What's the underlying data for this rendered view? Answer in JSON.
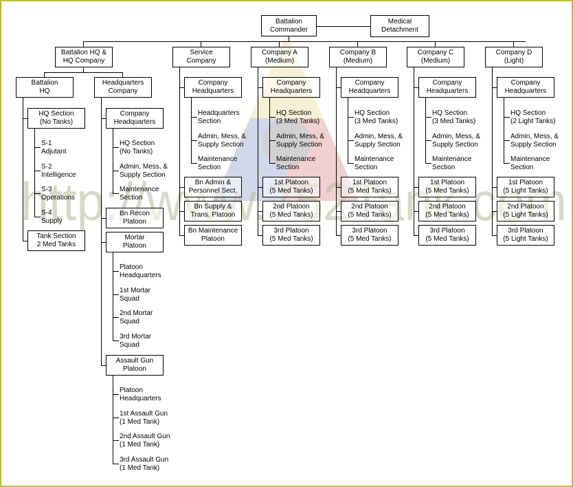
{
  "watermark": "http://www.752Tank.com",
  "colors": {
    "frame": "#bdbd3c",
    "watermark": "#b8b89a"
  },
  "top": {
    "commander": "Battalion\nCommander",
    "medical": "Medical\nDetachment"
  },
  "hhc": {
    "title": "Battalion HQ &\nHQ Company",
    "bn_hq": {
      "title": "Battalion\nHQ",
      "hq_section": "HQ Section\n(No Tanks)",
      "staff": [
        "S-1\nAdjutant",
        "S-2\nIntelligence",
        "S-3\nOperations",
        "S-4\nSupply"
      ],
      "tank_section": "Tank Section\n2 Med Tanks"
    },
    "hq_company": {
      "title": "Headquarters\nCompany",
      "company_hq": "Company\nHeadquarters",
      "hq_items": [
        "HQ Section\n(No Tanks)",
        "Admin, Mess, &\nSupply Section",
        "Maintenance\nSection"
      ],
      "recon": "Bn Recon\nPlatoon",
      "mortar": "Mortar\nPlatoon",
      "mortar_items": [
        "Platoon\nHeadquarters",
        "1st Mortar\nSquad",
        "2nd Mortar\nSquad",
        "3rd Mortar\nSquad"
      ],
      "assault_gun": "Assault Gun\nPlatoon",
      "assault_items": [
        "Platoon\nHeadquarters",
        "1st Assault Gun\n(1 Med Tank)",
        "2nd Assault Gun\n(1 Med Tank)",
        "3rd Assault Gun\n(1 Med Tank)"
      ]
    }
  },
  "service": {
    "title": "Service\nCompany",
    "company_hq": "Company\nHeadquarters",
    "hq_items": [
      "Headquarters\nSection",
      "Admin, Mess, &\nSupply Section",
      "Maintenance\nSection"
    ],
    "platoons": [
      "Bn Admin &\nPersonnel Sect.",
      "Bn Supply &\nTrans. Platoon",
      "Bn Maintenance\nPlatoon"
    ]
  },
  "companies": [
    {
      "title": "Company A\n(Medium)",
      "company_hq": "Company\nHeadquarters",
      "hq_items": [
        "HQ Section\n(3 Med Tanks)",
        "Admin, Mess, &\nSupply Section",
        "Maintenance\nSection"
      ],
      "platoons": [
        "1st Platoon\n(5 Med Tanks)",
        "2nd Platoon\n(5 Med Tanks)",
        "3rd Platoon\n(5 Med Tanks)"
      ]
    },
    {
      "title": "Company B\n(Medium)",
      "company_hq": "Company\nHeadquarters",
      "hq_items": [
        "HQ Section\n(3 Med Tanks)",
        "Admin, Mess, &\nSupply Section",
        "Maintenance\nSection"
      ],
      "platoons": [
        "1st Platoon\n(5 Med Tanks)",
        "2nd Platoon\n(5 Med Tanks)",
        "3rd Platoon\n(5 Med Tanks)"
      ]
    },
    {
      "title": "Company C\n(Medium)",
      "company_hq": "Company\nHeadquarters",
      "hq_items": [
        "HQ Section\n(3 Med Tanks)",
        "Admin, Mess, &\nSupply Section",
        "Maintenance\nSection"
      ],
      "platoons": [
        "1st Platoon\n(5 Med Tanks)",
        "2nd Platoon\n(5 Med Tanks)",
        "3rd Platoon\n(5 Med Tanks)"
      ]
    },
    {
      "title": "Company D\n(Light)",
      "company_hq": "Company\nHeadquarters",
      "hq_items": [
        "HQ Section\n(2 Light Tanks)",
        "Admin, Mess, &\nSupply Section",
        "Maintenance\nSection"
      ],
      "platoons": [
        "1st Platoon\n(5 Light Tanks)",
        "2nd Platoon\n(5 Light Tanks)",
        "3rd Platoon\n(5 Light Tanks)"
      ]
    }
  ]
}
